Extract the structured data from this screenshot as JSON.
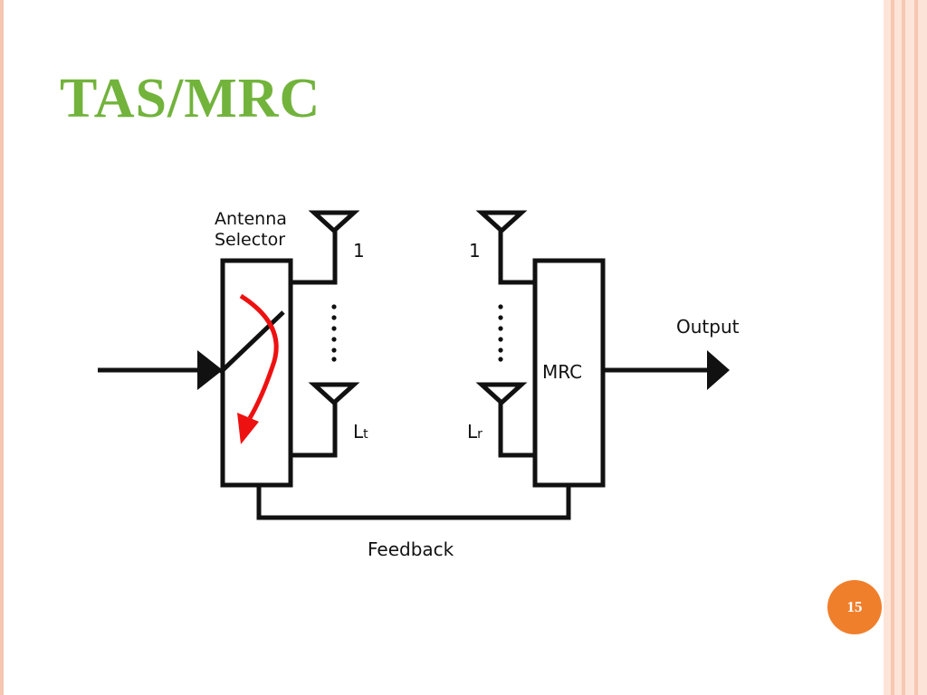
{
  "slide": {
    "title": "TAS/MRC",
    "page_number": "15"
  },
  "diagram": {
    "selector_label_line1": "Antenna",
    "selector_label_line2": "Selector",
    "tx_first_index": "1",
    "tx_last_label": "L",
    "tx_last_subscript": "t",
    "rx_first_index": "1",
    "rx_last_label": "L",
    "rx_last_subscript": "r",
    "combiner_label": "MRC",
    "output_label": "Output",
    "feedback_label": "Feedback"
  },
  "colors": {
    "title": "#72b33c",
    "badge": "#f07f2c",
    "switch_arrow": "#ee1111",
    "border": "#f6c7b1"
  }
}
